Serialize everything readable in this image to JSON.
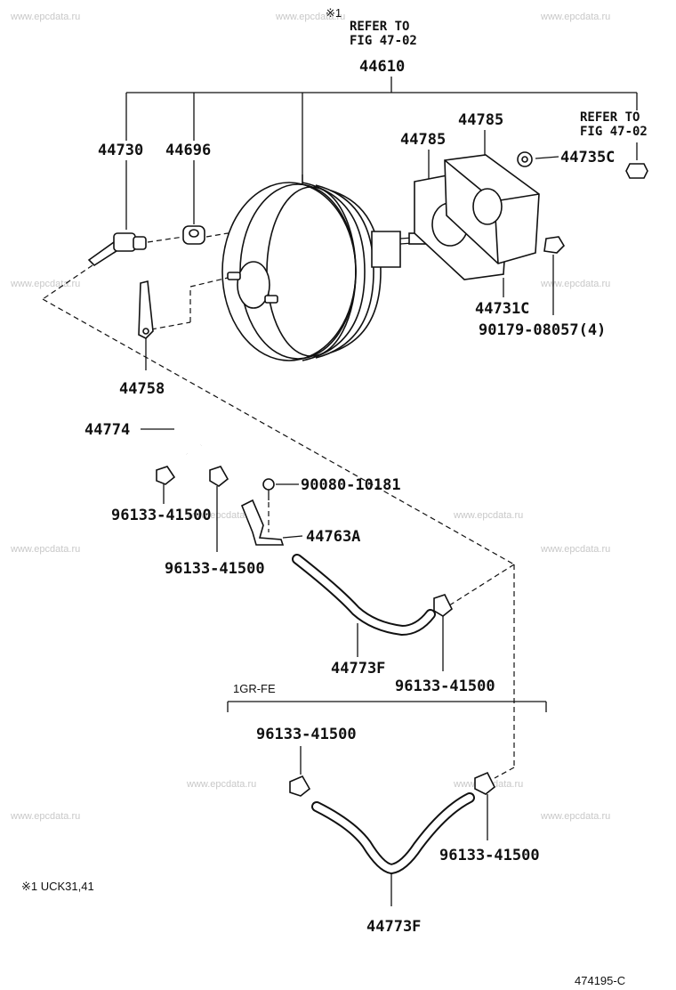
{
  "watermark": "www.epcdata.ru",
  "top_refs": {
    "marker": "※1",
    "refer_to_line1": "REFER TO",
    "refer_to_line2": "FIG 47-02",
    "right_refer_line1": "REFER TO",
    "right_refer_line2": "FIG 47-02"
  },
  "parts": {
    "booster_assy": "44610",
    "check_valve": "44730",
    "grommet": "44696",
    "gasket_outer": "44785",
    "gasket_inner": "44785",
    "nut": "44735C",
    "spacer": "44731C",
    "booster_nut": "90179-08057(4)",
    "bracket_clip": "44758",
    "hose_small": "44774",
    "clip_a": "96133-41500",
    "clip_b": "96133-41500",
    "bolt": "90080-10181",
    "bracket_hose": "44763A",
    "hose_f": "44773F",
    "clip_c": "96133-41500",
    "engine_variant": "1GR-FE",
    "clip_d": "96133-41500",
    "clip_e": "96133-41500",
    "hose_f_variant": "44773F"
  },
  "footnote": "※1 UCK31,41",
  "figure_id": "474195-C"
}
